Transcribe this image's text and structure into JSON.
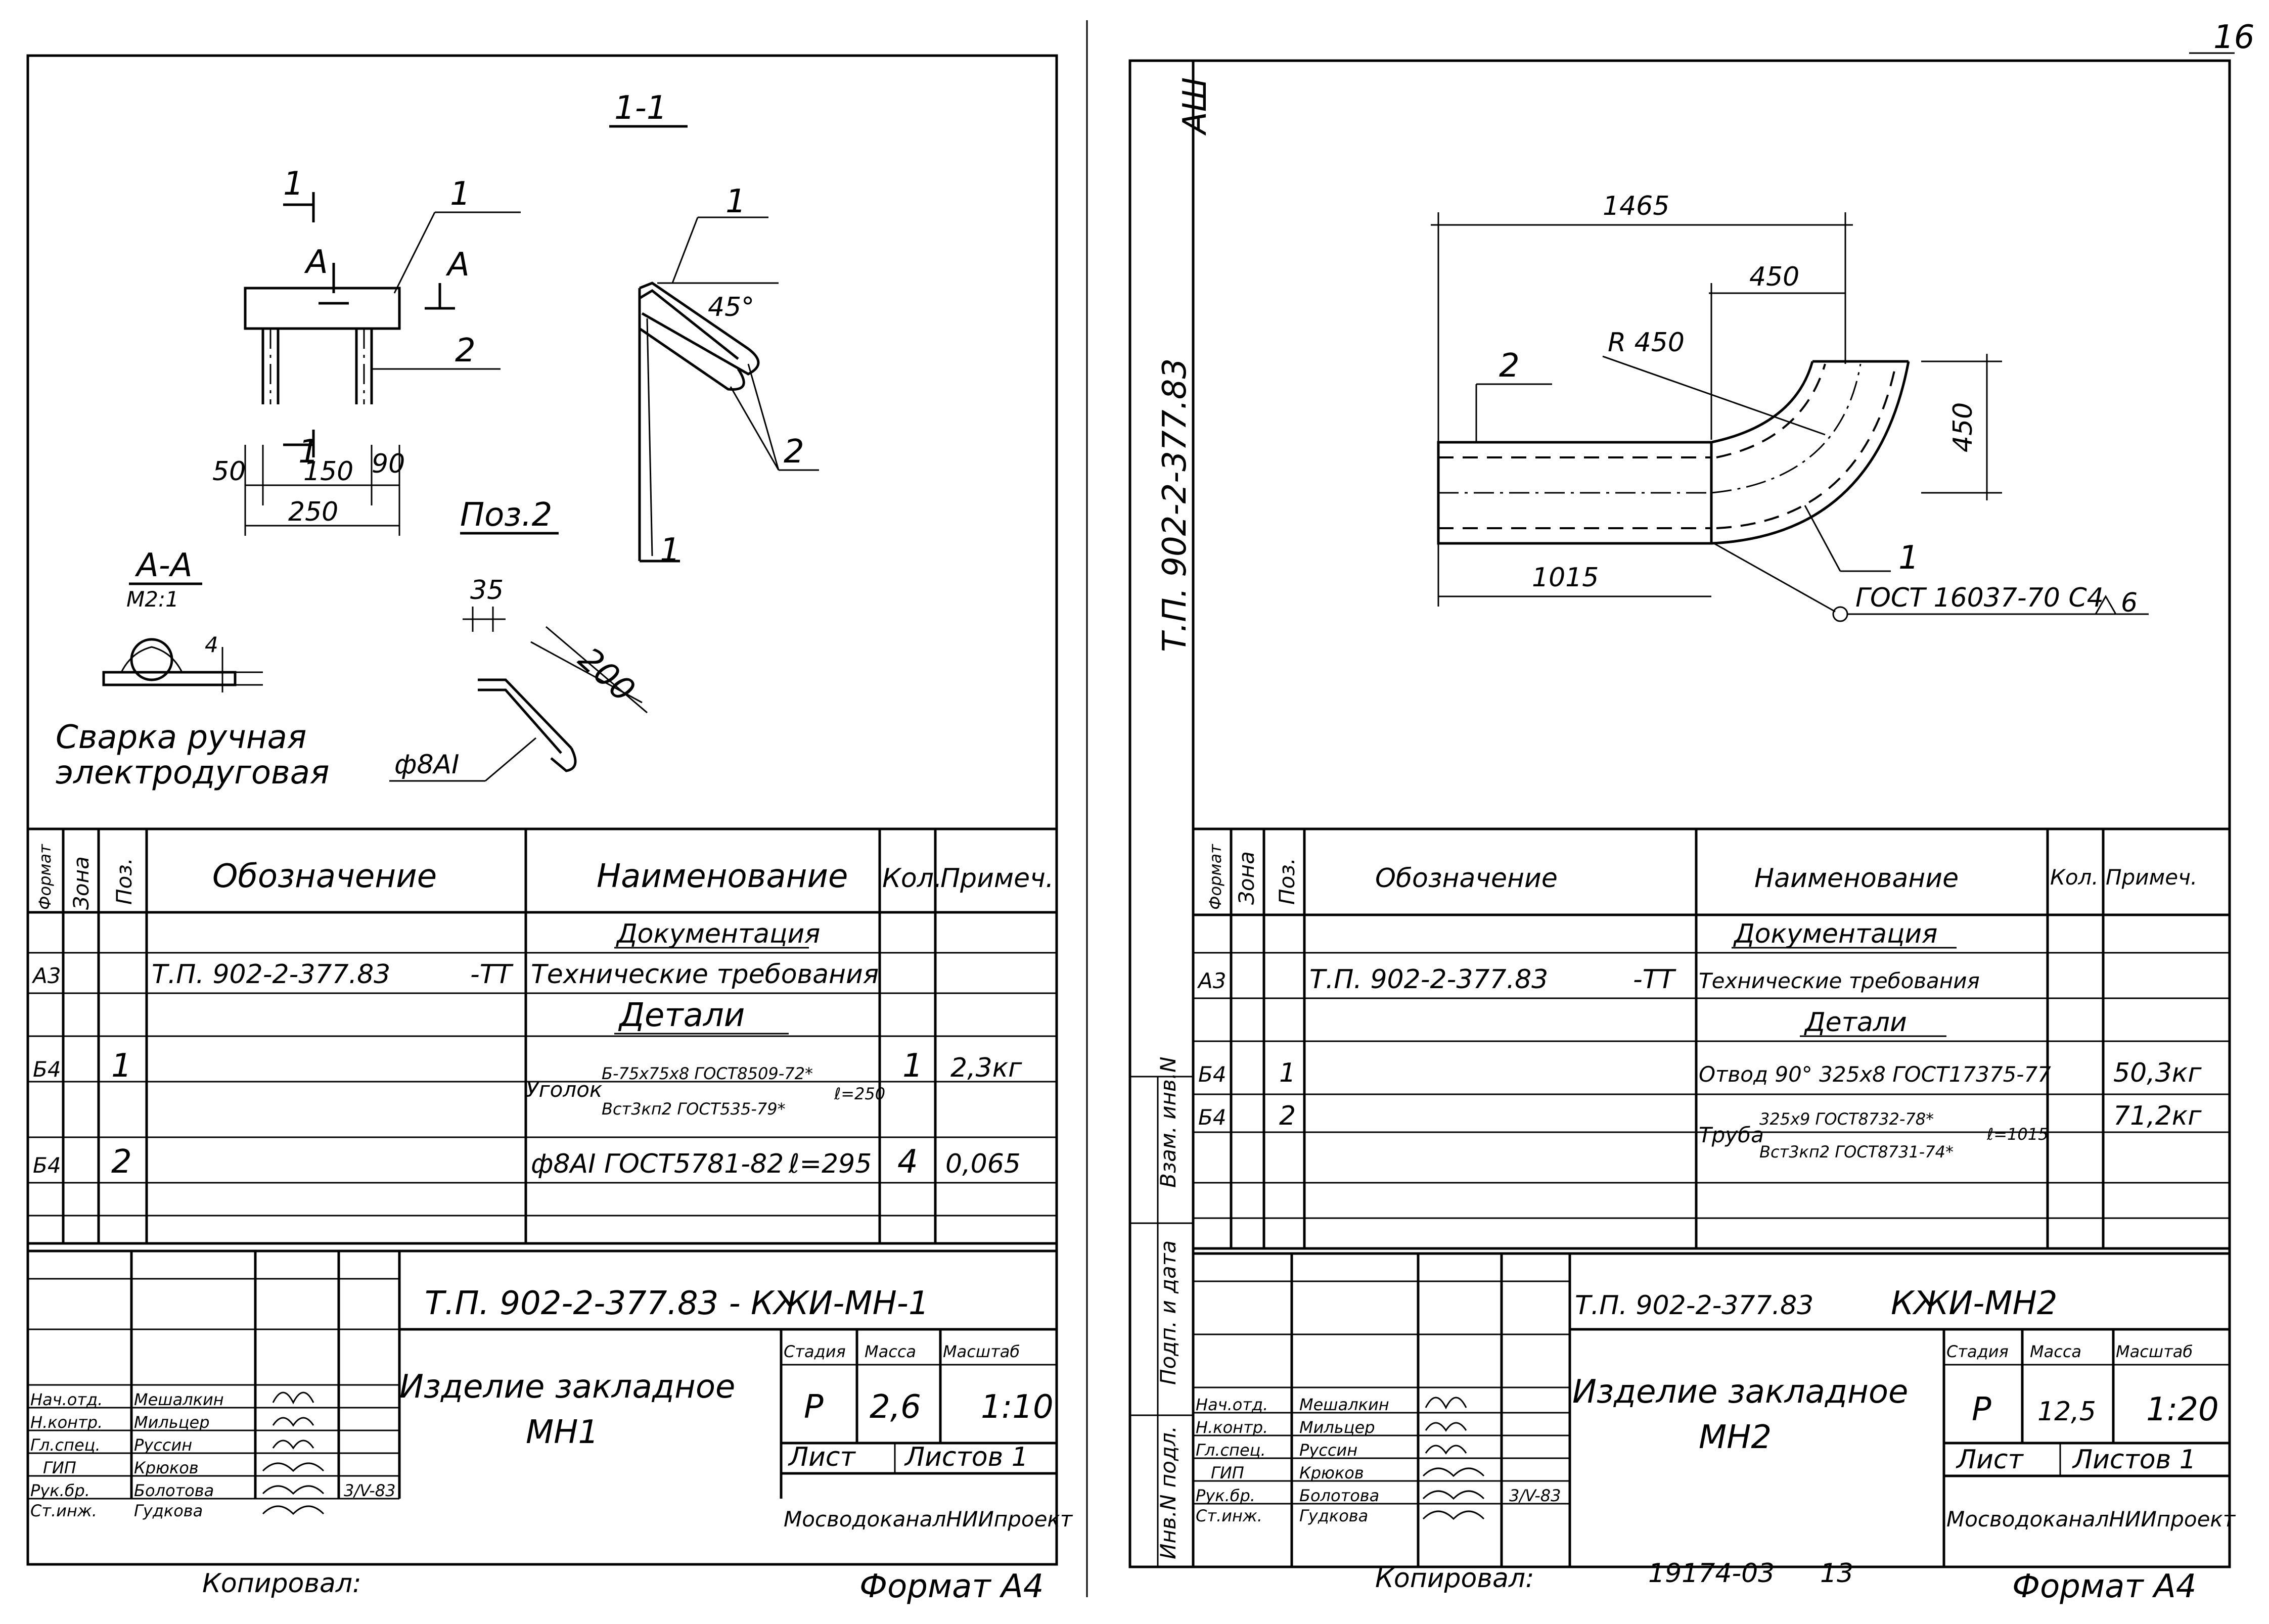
{
  "page_number": "16",
  "corner_mark": "АШ",
  "side_code": "Т.П. 902-2-377.83",
  "side_labels": {
    "inv_no": "Взам. инв.N",
    "sign_date": "Подп. и дата",
    "inv_orig": "Инв.N подл."
  },
  "left": {
    "section_title": "1-1",
    "labels": {
      "mark_1a": "1",
      "mark_1b": "1",
      "mark_1c": "1",
      "mark_1d": "1",
      "mark_1e": "1",
      "mark_2a": "2",
      "mark_2b": "2",
      "mark_A1": "A",
      "mark_A2": "A",
      "dim_50": "50",
      "dim_150": "150",
      "dim_90": "90",
      "dim_250": "250",
      "angle": "45°",
      "pos2": "Поз.2",
      "sec_AA": "А-А",
      "scale_m21": "М2:1",
      "dim_4": "4",
      "dim_35": "35",
      "dim_200": "200",
      "bar": "ф8АI",
      "weld_1": "Сварка ручная",
      "weld_2": "электродуговая"
    },
    "spec": {
      "headers": [
        "Формат",
        "Зона",
        "Поз.",
        "Обозначение",
        "Наименование",
        "Кол.",
        "Примеч."
      ],
      "section_doc": "Документация",
      "section_det": "Детали",
      "doc_row": {
        "format": "А3",
        "code": "Т.П. 902-2-377.83",
        "suffix": "-ТТ",
        "name": "Технические требования"
      },
      "rows": [
        {
          "format": "Б4",
          "pos": "1",
          "name_a": "Уголок",
          "name_b": "Б-75х75х8 ГОСТ8509-72*",
          "name_c": "Вст3кп2 ГОСТ535-79*",
          "name_d": "ℓ=250",
          "qty": "1",
          "note": "2,3кг"
        },
        {
          "format": "Б4",
          "pos": "2",
          "name_a": "ф8АI ГОСТ5781-82",
          "name_b": "ℓ=295",
          "qty": "4",
          "note": "0,065"
        }
      ]
    },
    "title_block": {
      "code": "Т.П. 902-2-377.83  -  КЖИ-МН-1",
      "name_1": "Изделие закладное",
      "name_2": "МН1",
      "stage_h": "Стадия",
      "mass_h": "Масса",
      "scale_h": "Масштаб",
      "stage": "Р",
      "mass": "2,6",
      "scale": "1:10",
      "sheet": "Лист",
      "sheets": "Листов 1",
      "org": "МосводоканалНИИпроект",
      "roles": [
        "Нач.отд.",
        "Н.контр.",
        "Гл.спец.",
        "ГИП",
        "Рук.бр.",
        "Ст.инж."
      ],
      "names": [
        "Мешалкин",
        "Мильцер",
        "Руссин",
        "Крюков",
        "Болотова",
        "Гудкова"
      ],
      "date": "3/V-83"
    },
    "footer_copy": "Копировал:",
    "footer_format": "Формат А4"
  },
  "right": {
    "labels": {
      "dim_1465": "1465",
      "dim_450a": "450",
      "dim_450b": "450",
      "radius": "R 450",
      "dim_1015": "1015",
      "mark_2": "2",
      "mark_1": "1",
      "weld": "ГОСТ 16037-70 С4",
      "weld_leg": "6"
    },
    "spec": {
      "headers": [
        "Формат",
        "Зона",
        "Поз.",
        "Обозначение",
        "Наименование",
        "Кол.",
        "Примеч."
      ],
      "section_doc": "Документация",
      "section_det": "Детали",
      "doc_row": {
        "format": "А3",
        "code": "Т.П. 902-2-377.83",
        "suffix": "-ТТ",
        "name": "Технические требования"
      },
      "rows": [
        {
          "format": "Б4",
          "pos": "1",
          "name_a": "Отвод 90° 325х8 ГОСТ17375-77",
          "qty": "",
          "note": "50,3кг"
        },
        {
          "format": "Б4",
          "pos": "2",
          "name_a": "Труба",
          "name_b": "325х9 ГОСТ8732-78*",
          "name_c": "Вст3кп2 ГОСТ8731-74*",
          "name_d": "ℓ=1015",
          "qty": "",
          "note": "71,2кг"
        }
      ]
    },
    "title_block": {
      "code": "Т.П. 902-2-377.83",
      "code_2": "КЖИ-МН2",
      "name_1": "Изделие закладное",
      "name_2": "МН2",
      "stage_h": "Стадия",
      "mass_h": "Масса",
      "scale_h": "Масштаб",
      "stage": "Р",
      "mass": "12,5",
      "scale": "1:20",
      "sheet": "Лист",
      "sheets": "Листов 1",
      "org": "МосводоканалНИИпроект",
      "roles": [
        "Нач.отд.",
        "Н.контр.",
        "Гл.спец.",
        "ГИП",
        "Рук.бр.",
        "Ст.инж."
      ],
      "names": [
        "Мешалкин",
        "Мильцер",
        "Руссин",
        "Крюков",
        "Болотова",
        "Гудкова"
      ],
      "date": "3/V-83"
    },
    "footer_copy": "Копировал:",
    "footer_stamp": "19174-03",
    "footer_page": "13",
    "footer_format": "Формат А4"
  }
}
